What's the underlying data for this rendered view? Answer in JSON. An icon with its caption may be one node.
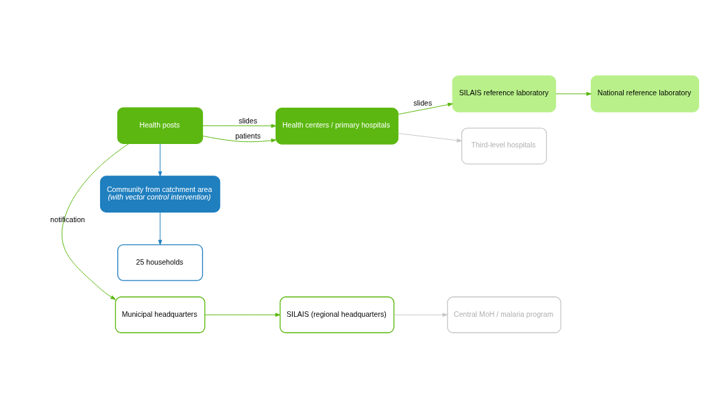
{
  "diagram": {
    "nodes": [
      {
        "text": [
          "Municipal headquarters"
        ]
      },
      {
        "text": [
          "SILAIS (regional headquarters)"
        ]
      },
      {
        "text": [
          "Central MoH / malaria program"
        ]
      },
      {
        "text": [
          "Health posts"
        ]
      },
      {
        "text": [
          "Health centers / primary hospitals"
        ]
      },
      {
        "text": [
          "Third-level hospitals"
        ]
      },
      {
        "text": [
          "Community from catchment area",
          "(with vector control intervention)"
        ]
      },
      {
        "text": [
          "25 households"
        ]
      },
      {
        "text": [
          "SILAIS reference laboratory"
        ]
      },
      {
        "text": [
          "National reference laboratory"
        ]
      }
    ],
    "edges": [
      {
        "from": 3,
        "to": 0,
        "arrow": "to",
        "label": "notification"
      },
      {
        "from": 0,
        "to": 1,
        "arrow": "to"
      },
      {
        "from": 1,
        "to": 2,
        "arrow": "to",
        "color": "#c8c8c8"
      },
      {
        "from": 3,
        "to": 4,
        "arrow": "to",
        "label": "patients"
      },
      {
        "from": 3,
        "to": 4,
        "arrow": "to",
        "label": "slides"
      },
      {
        "from": 4,
        "to": 5,
        "arrow": "to",
        "color": "#c8c8c8"
      },
      {
        "from": 4,
        "to": 8,
        "arrow": "to",
        "label": "slides"
      },
      {
        "from": 8,
        "to": 9,
        "arrow": "to"
      },
      {
        "from": 3,
        "to": 6,
        "arrow": "to",
        "color": "#2080c0"
      },
      {
        "from": 6,
        "to": 7,
        "arrow": "to",
        "color": "#2080c0"
      }
    ]
  }
}
